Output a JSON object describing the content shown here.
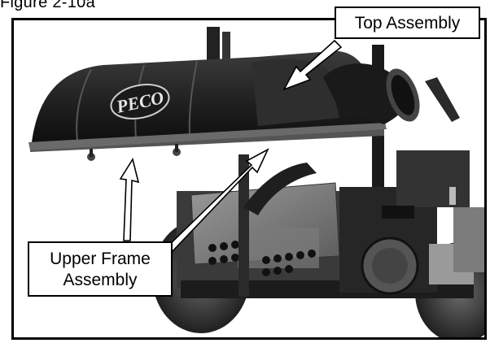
{
  "figure": {
    "title": "Figure 2-10a"
  },
  "photo": {
    "logo_text": "PECO",
    "callouts": {
      "top_assembly": "Top Assembly",
      "upper_frame_line1": "Upper Frame",
      "upper_frame_line2": "Assembly"
    }
  }
}
